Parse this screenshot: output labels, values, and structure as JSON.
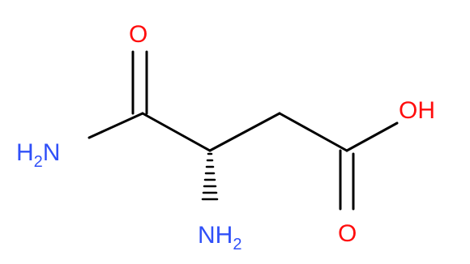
{
  "molecule": {
    "atoms": {
      "carbonyl_o_top": {
        "element": "O"
      },
      "amide_n": {
        "element": "H",
        "subscript": "2",
        "suffix": "N"
      },
      "amine_n": {
        "element": "NH",
        "subscript": "2"
      },
      "hydroxyl": {
        "element": "OH"
      },
      "carbonyl_o_bottom": {
        "element": "O"
      }
    }
  },
  "colors": {
    "oxygen": "#ff0d0d",
    "nitrogen": "#3050f8",
    "bond": "#000000",
    "background": "#ffffff"
  }
}
